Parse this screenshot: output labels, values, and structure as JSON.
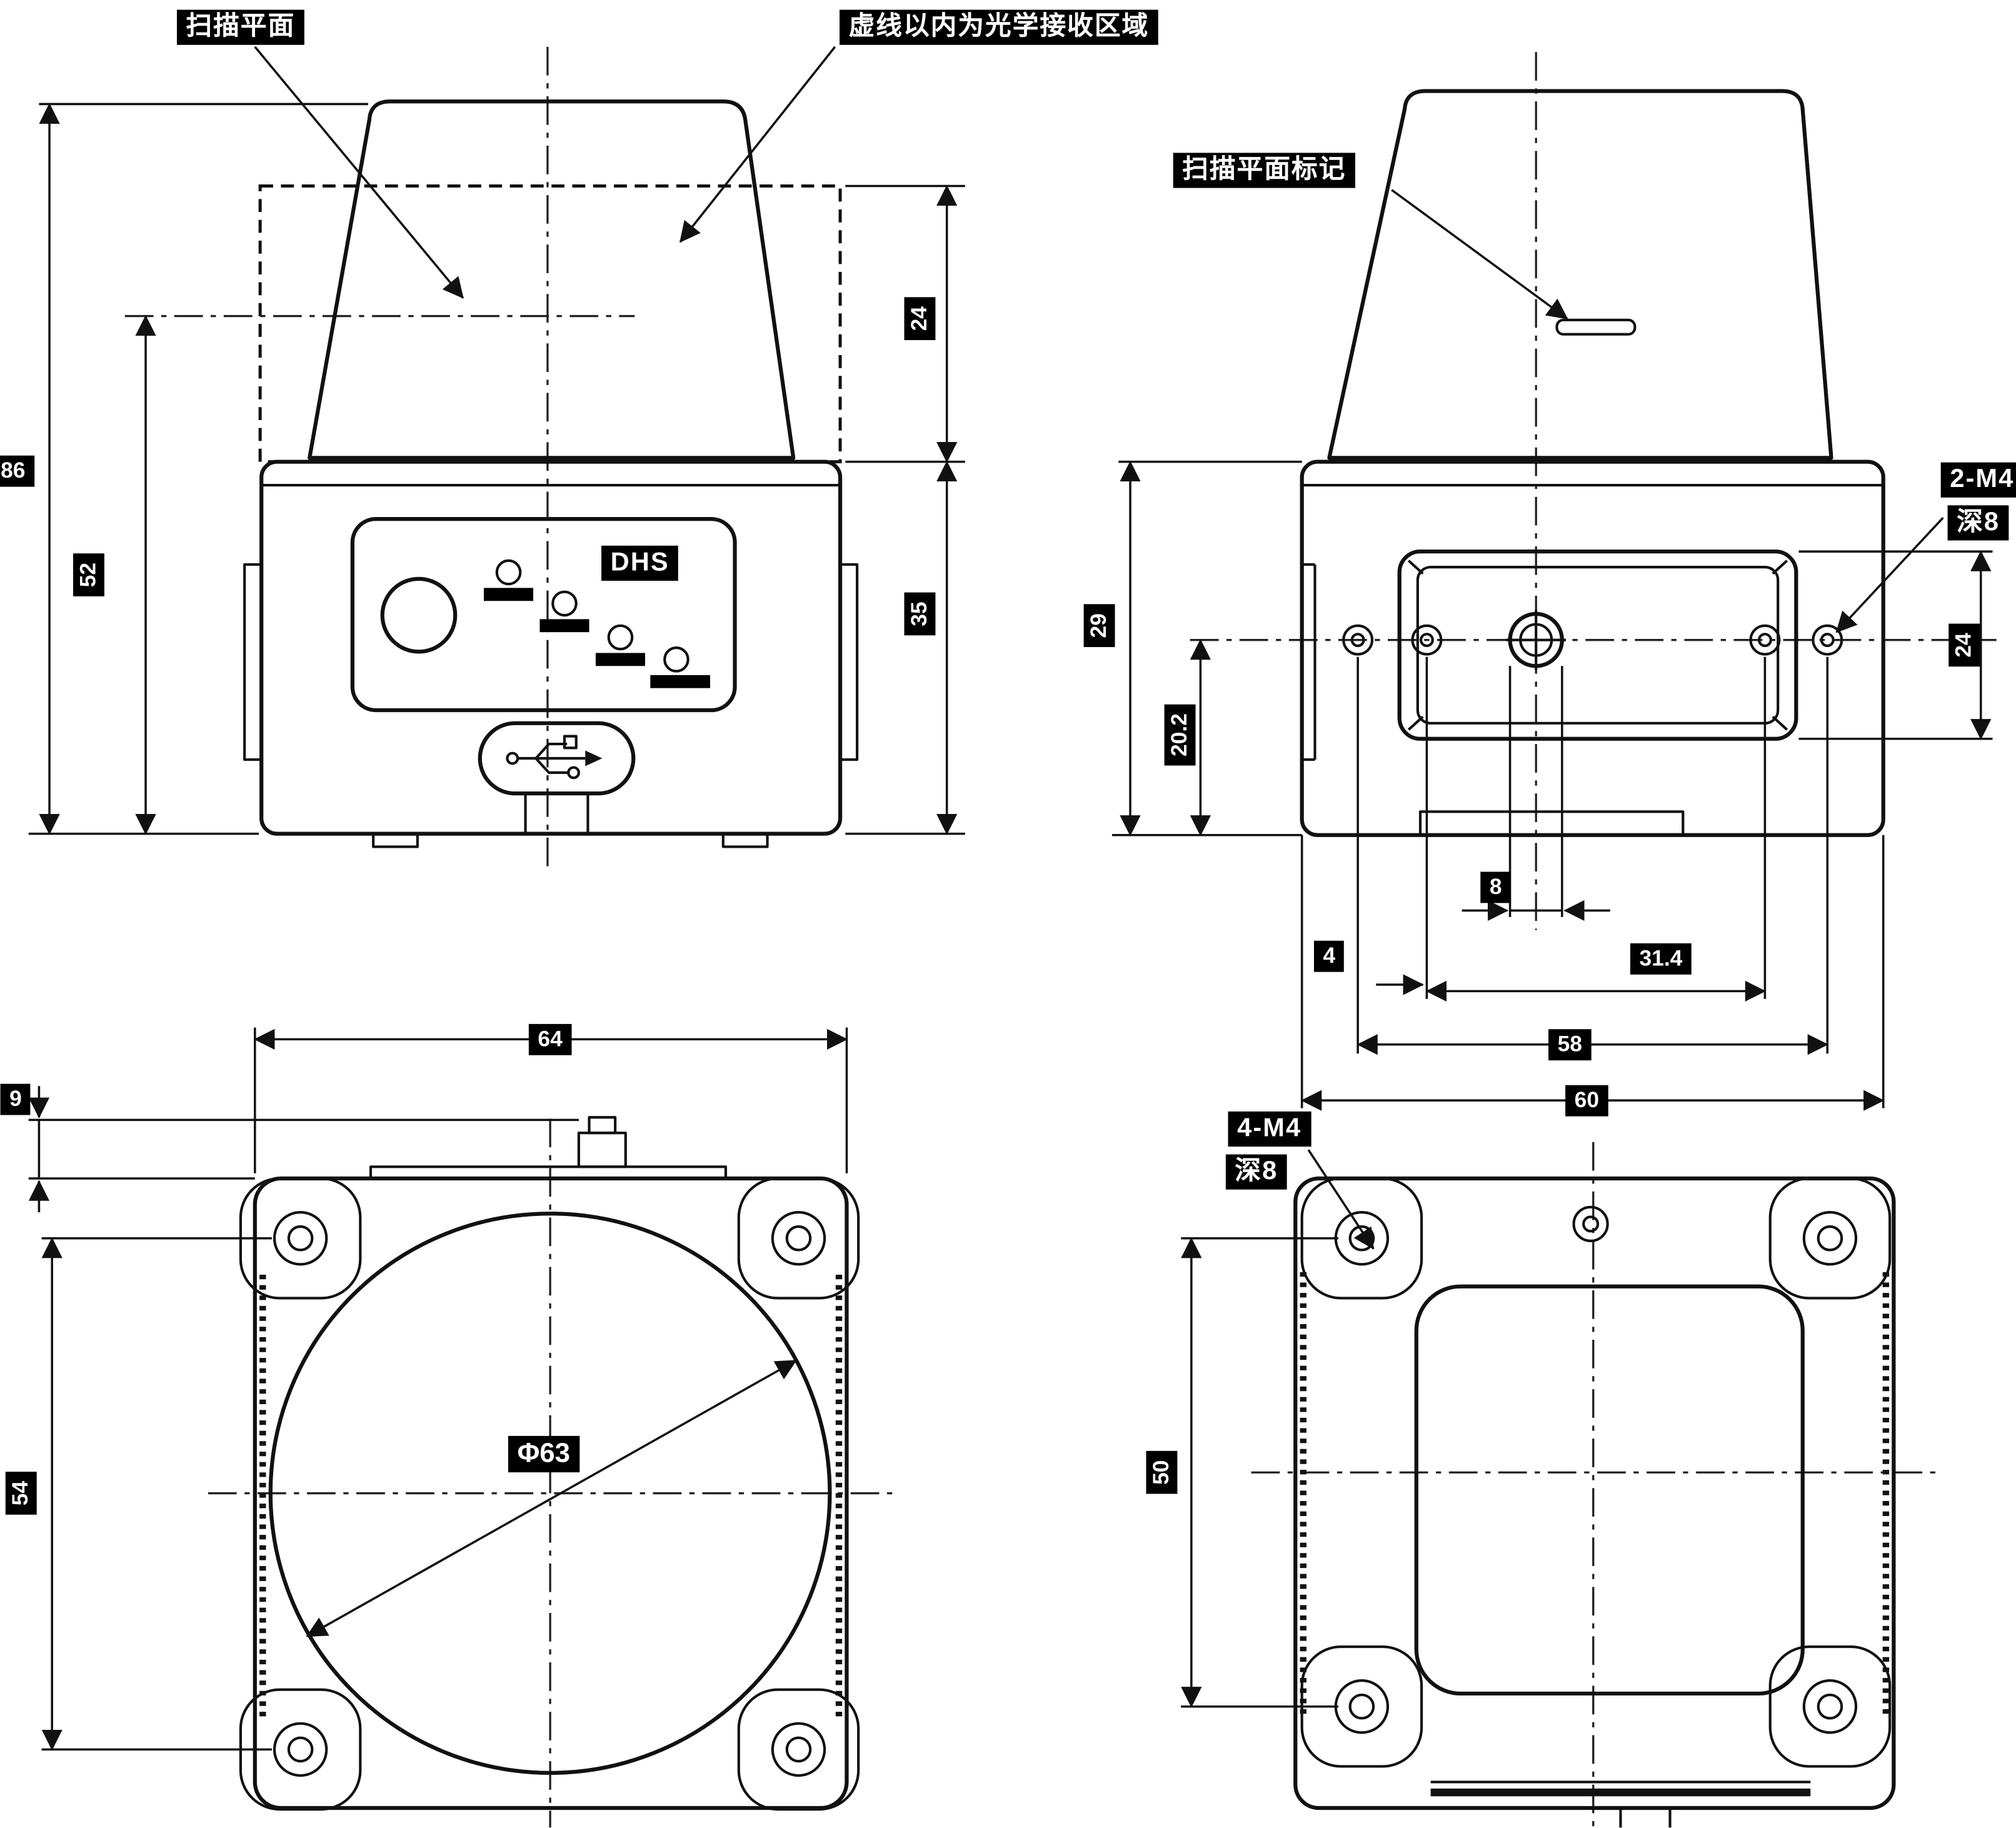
{
  "callouts": {
    "scan_plane": "扫描平面",
    "optical_area": "虚线以内为光学接收区域",
    "scan_plane_marker": "扫描平面标记",
    "thread_2m4": "2-M4",
    "thread_2m4_depth": "深8",
    "thread_4m4": "4-M4",
    "thread_4m4_depth": "深8",
    "brand": "DHS"
  },
  "dimensions": {
    "front_total_height": "86",
    "front_scanplane_height": "52",
    "front_optical_height": "24",
    "front_body_height": "35",
    "side_left_upper": "29",
    "side_left_lower": "20.2",
    "side_right": "24",
    "side_bottom_small": "8",
    "side_bottom_tiny": "4",
    "side_panel_width": "31.4",
    "side_mount_spacing": "58",
    "side_overall_width": "60",
    "bottom_width": "64",
    "bottom_connector_height": "9",
    "bottom_screw_spacing": "54",
    "window_diameter": "Φ63",
    "top_screw_spacing": "50"
  }
}
